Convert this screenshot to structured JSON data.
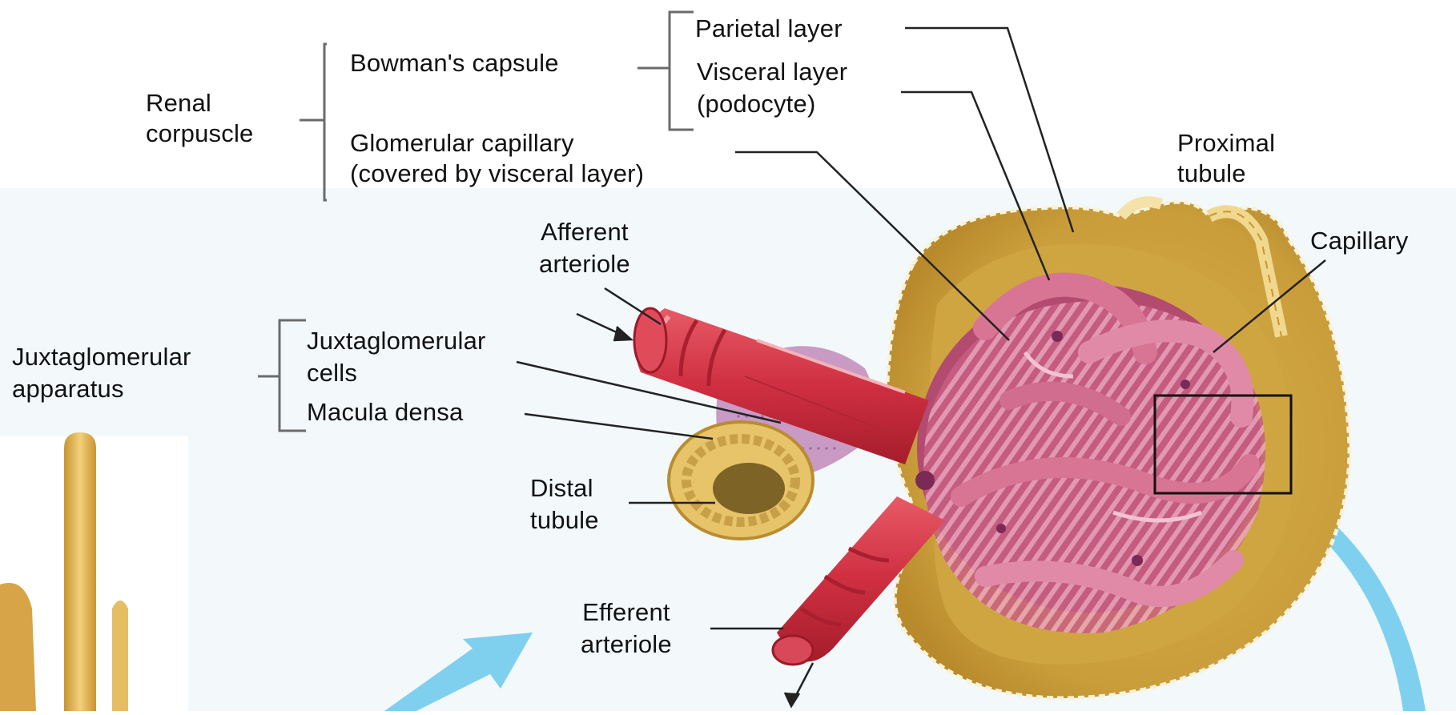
{
  "labels": {
    "renal_corpuscle": "Renal\ncorpuscle",
    "bowmans_capsule": "Bowman's capsule",
    "parietal_layer": "Parietal layer",
    "visceral_layer": "Visceral layer\n(podocyte)",
    "glomerular_capillary": "Glomerular capillary\n(covered by visceral layer)",
    "proximal_tubule": "Proximal\ntubule",
    "capillary": "Capillary",
    "afferent_arteriole": "Afferent\narteriole",
    "juxtaglomerular_apparatus": "Juxtaglomerular\napparatus",
    "juxtaglomerular_cells": "Juxtaglomerular\ncells",
    "macula_densa": "Macula densa",
    "distal_tubule": "Distal\ntubule",
    "efferent_arteriole": "Efferent\narteriole"
  },
  "colors": {
    "capsule_fill": "#d9b45a",
    "capsule_edge": "#b98f30",
    "capillary_pink": "#c9607f",
    "capillary_dark": "#a43f62",
    "arteriole_red": "#d63a4a",
    "arteriole_dark": "#a8202f",
    "tubule_gold": "#e3bf63",
    "jg_cells_lilac": "#c99cc6",
    "flow_arrow_blue": "#7ccfee",
    "leader_line": "#222222",
    "bracket": "#666666",
    "background_tint": "#f2f7fa"
  }
}
